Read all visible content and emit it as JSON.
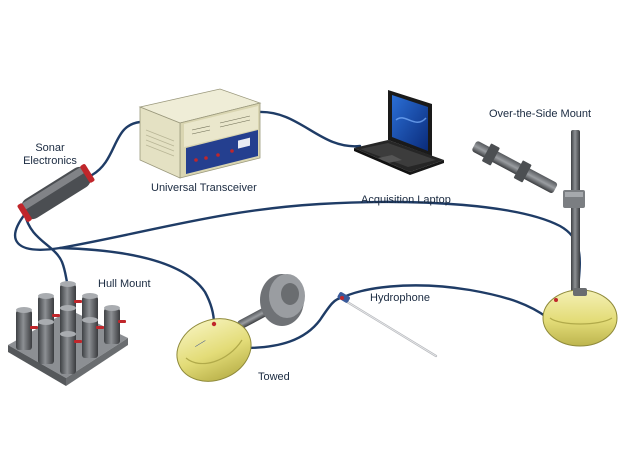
{
  "labels": {
    "sonar_line1": "Sonar",
    "sonar_line2": "Electronics",
    "universal_transceiver": "Universal Transceiver",
    "acquisition_laptop": "Acquisition Laptop",
    "over_the_side_mount": "Over-the-Side Mount",
    "hull_mount": "Hull Mount",
    "hydrophone": "Hydrophone",
    "towed": "Towed"
  },
  "colors": {
    "cable": "#1f3c66",
    "transducer_yellow": "#e8e28a",
    "transceiver_body": "#e2dfc0",
    "panel_blue": "#243f8f",
    "metal_gray": "#6a6d70",
    "connector_red": "#c0262b",
    "label_text": "#1a2a40"
  }
}
